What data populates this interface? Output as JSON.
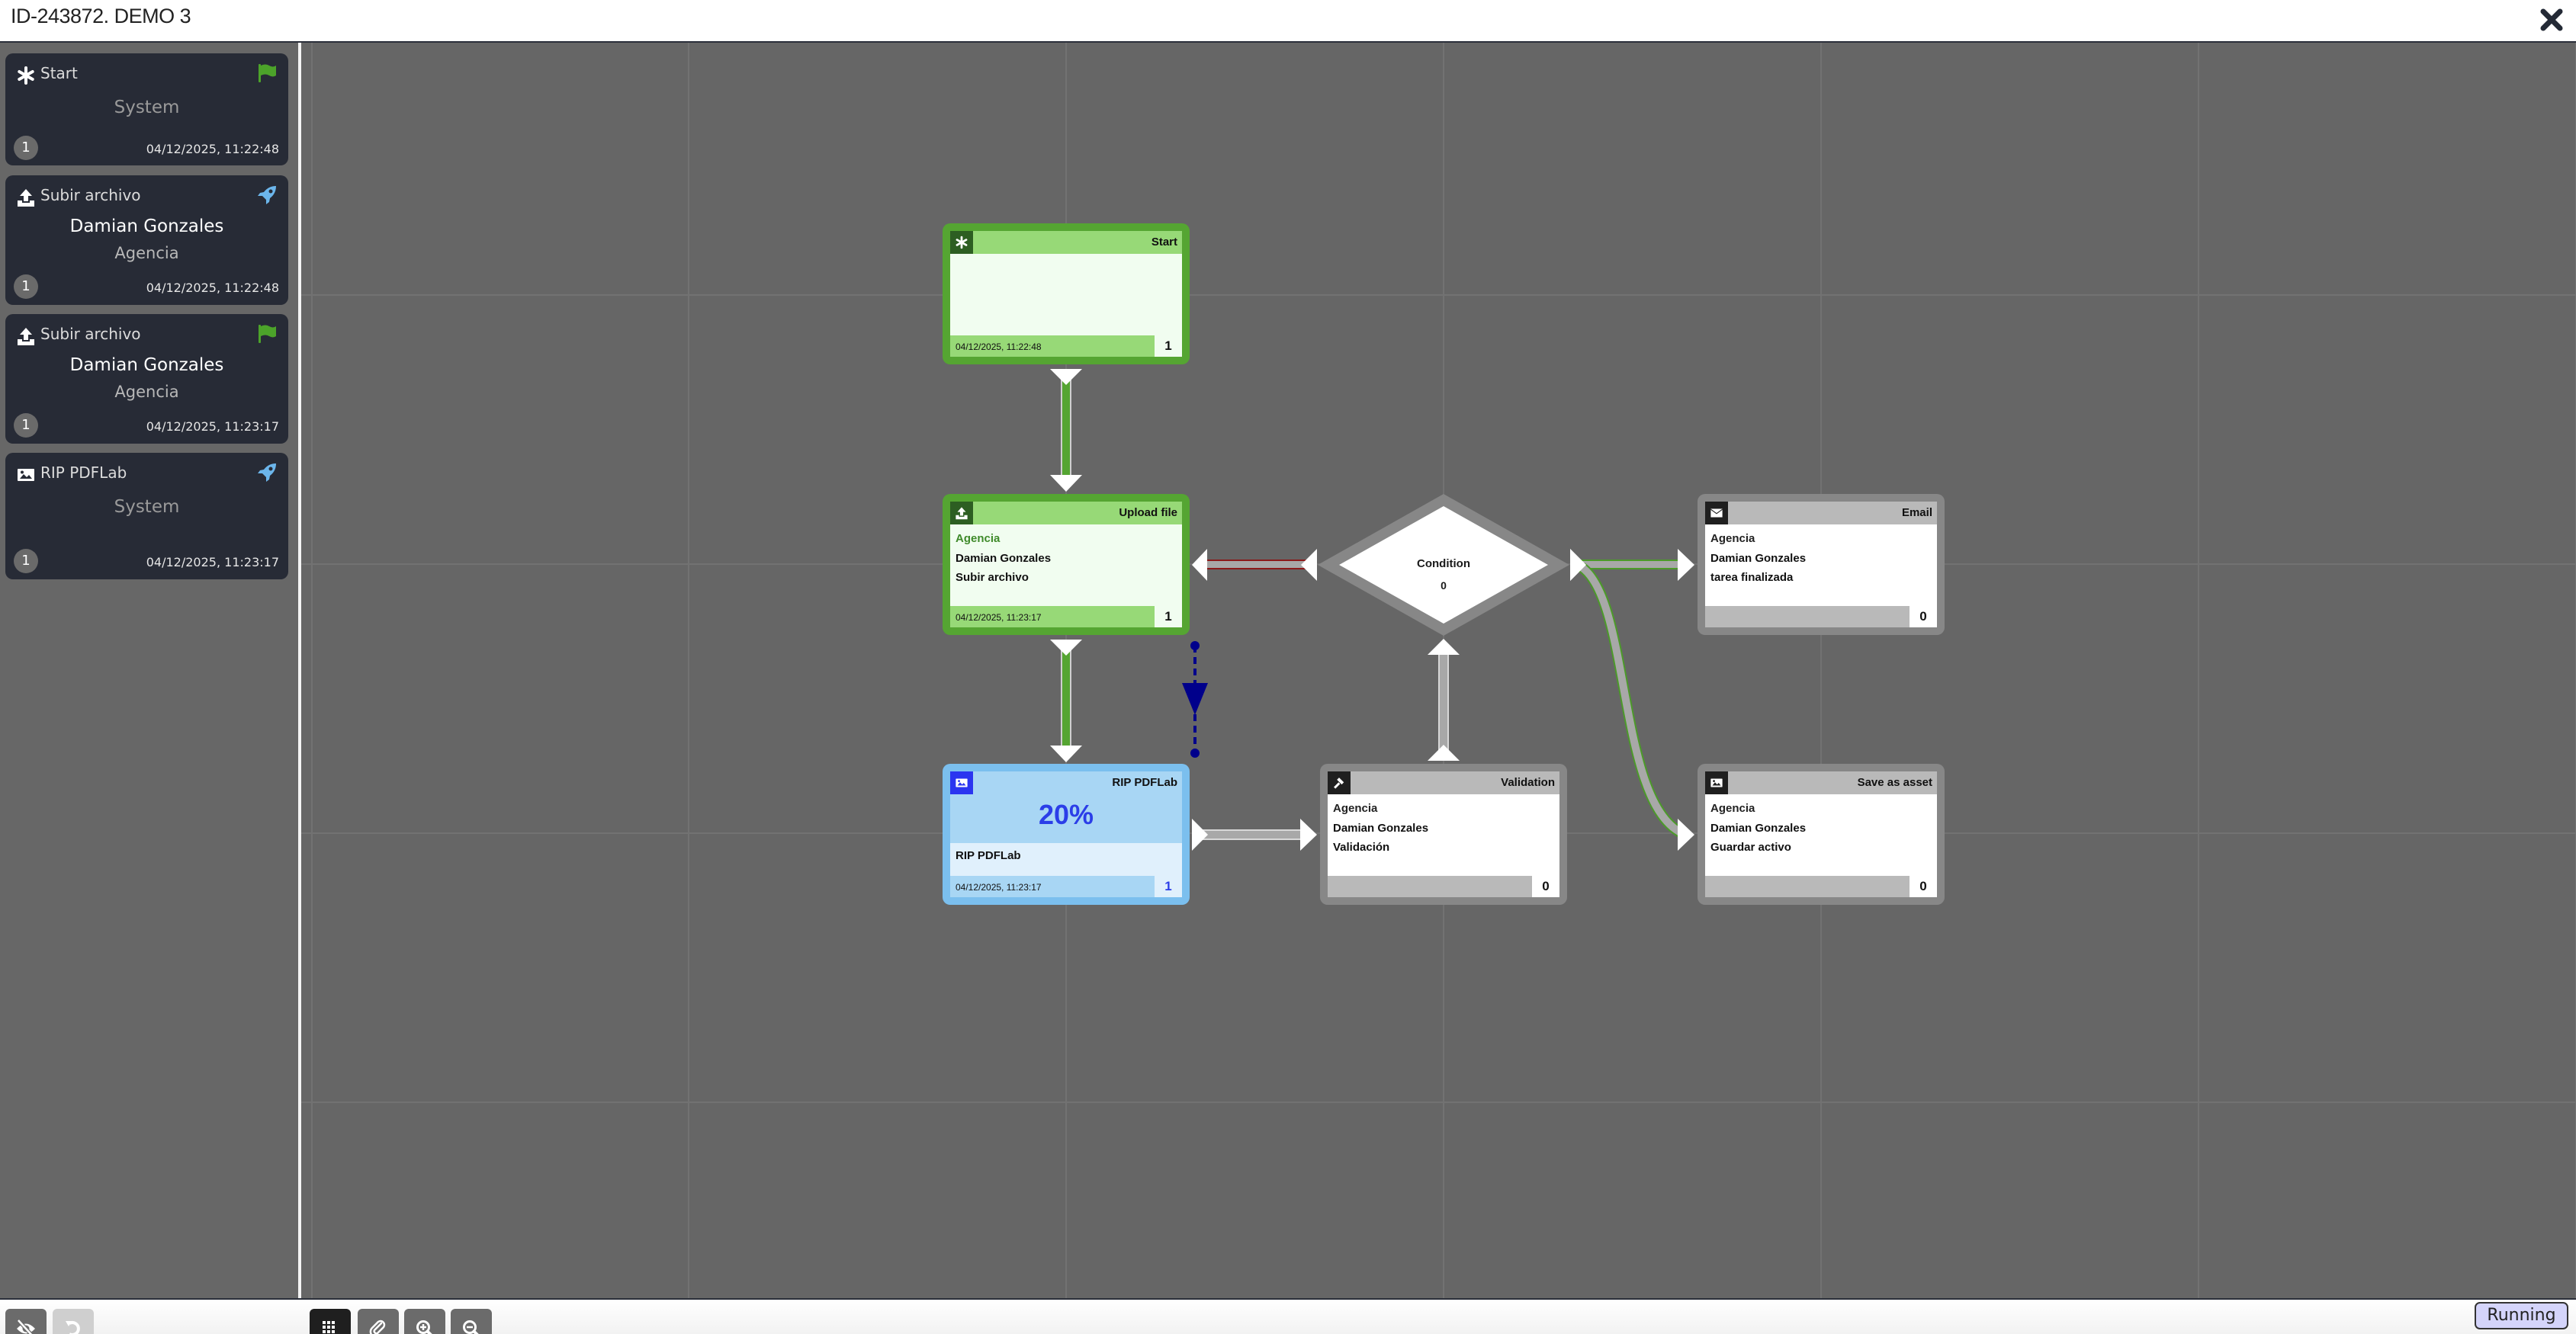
{
  "header": {
    "title": "ID-243872. DEMO 3",
    "close_icon": "close-x-icon"
  },
  "sidebar": {
    "cards": [
      {
        "icon": "asterisk-icon",
        "title": "Start",
        "status_icon": "flag-icon",
        "status_color": "#4ca32a",
        "system": "System",
        "user": null,
        "group": null,
        "count": "1",
        "date": "04/12/2025, 11:22:48"
      },
      {
        "icon": "upload-icon",
        "title": "Subir archivo",
        "status_icon": "rocket-icon",
        "status_color": "#6cb6ec",
        "system": null,
        "user": "Damian Gonzales",
        "group": "Agencia",
        "count": "1",
        "date": "04/12/2025, 11:22:48"
      },
      {
        "icon": "upload-icon",
        "title": "Subir archivo",
        "status_icon": "flag-icon",
        "status_color": "#4ca32a",
        "system": null,
        "user": "Damian Gonzales",
        "group": "Agencia",
        "count": "1",
        "date": "04/12/2025, 11:23:17"
      },
      {
        "icon": "image-icon",
        "title": "RIP PDFLab",
        "status_icon": "rocket-icon",
        "status_color": "#6cb6ec",
        "system": "System",
        "user": null,
        "group": null,
        "count": "1",
        "date": "04/12/2025, 11:23:17"
      }
    ]
  },
  "workflow": {
    "nodes": {
      "start": {
        "name": "Start",
        "icon": "asterisk-icon",
        "state": "completed",
        "date": "04/12/2025, 11:22:48",
        "count": "1"
      },
      "upload": {
        "name": "Upload file",
        "icon": "upload-icon",
        "state": "completed",
        "lines": [
          "Agencia",
          "Damian Gonzales",
          "Subir archivo"
        ],
        "date": "04/12/2025, 11:23:17",
        "count": "1"
      },
      "rip": {
        "name": "RIP PDFLab",
        "icon": "image-icon",
        "state": "running",
        "progress": "20%",
        "lines": [
          "RIP PDFLab"
        ],
        "date": "04/12/2025, 11:23:17",
        "count": "1"
      },
      "condition": {
        "name": "Condition",
        "count": "0"
      },
      "validation": {
        "name": "Validation",
        "icon": "gavel-icon",
        "state": "pending",
        "lines": [
          "Agencia",
          "Damian Gonzales",
          "Validación"
        ],
        "count": "0"
      },
      "email": {
        "name": "Email",
        "icon": "envelope-icon",
        "state": "pending",
        "lines": [
          "Agencia",
          "Damian Gonzales",
          "tarea finalizada"
        ],
        "count": "0"
      },
      "save_asset": {
        "name": "Save as asset",
        "icon": "image-icon",
        "state": "pending",
        "lines": [
          "Agencia",
          "Damian Gonzales",
          "Guardar activo"
        ],
        "count": "0"
      }
    },
    "colors": {
      "completed": "#55a532",
      "running": "#7bbfee",
      "pending": "#878787",
      "reject_edge": "#8b1a1a",
      "async_edge": "#00008b"
    }
  },
  "toolbar": {
    "buttons": [
      {
        "icon": "eye-slash-icon",
        "state": "normal"
      },
      {
        "icon": "undo-icon",
        "state": "disabled"
      },
      {
        "icon": "grid-icon",
        "state": "active"
      },
      {
        "icon": "paperclip-icon",
        "state": "normal"
      },
      {
        "icon": "zoom-in-icon",
        "state": "normal"
      },
      {
        "icon": "zoom-out-icon",
        "state": "normal"
      }
    ],
    "status": "Running"
  }
}
